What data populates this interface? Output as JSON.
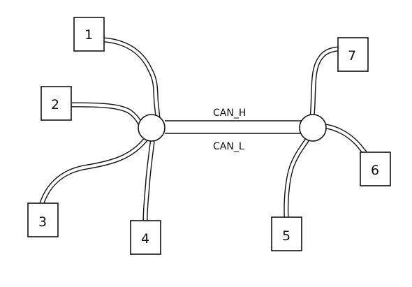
{
  "bus": {
    "high_label": "CAN_H",
    "low_label": "CAN_L"
  },
  "nodes": [
    {
      "id": "1",
      "label": "1"
    },
    {
      "id": "2",
      "label": "2"
    },
    {
      "id": "3",
      "label": "3"
    },
    {
      "id": "4",
      "label": "4"
    },
    {
      "id": "5",
      "label": "5"
    },
    {
      "id": "6",
      "label": "6"
    },
    {
      "id": "7",
      "label": "7"
    }
  ]
}
